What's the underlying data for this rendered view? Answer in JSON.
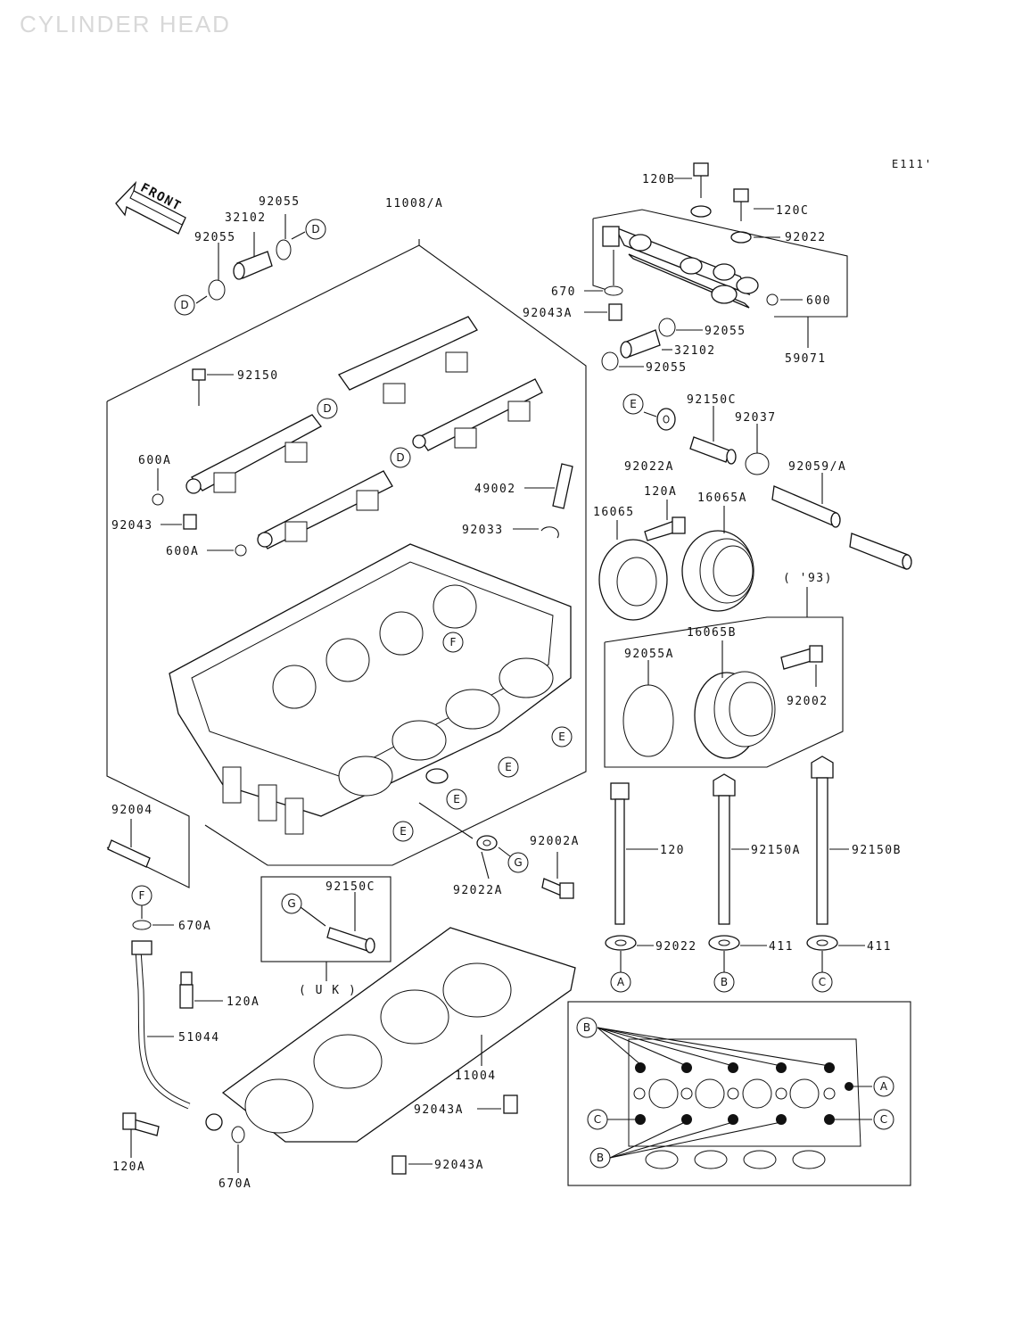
{
  "title": "CYLINDER HEAD",
  "diagram_id": "E111'",
  "front_label": "FRONT",
  "group_labels": {
    "year": "( '93)",
    "uk": "( U K )"
  },
  "callouts": {
    "c120B": "120B",
    "c120C": "120C",
    "c92022_top": "92022",
    "c600": "600",
    "c59071": "59071",
    "c670": "670",
    "c92043A_top": "92043A",
    "c92055_r1": "92055",
    "c32102_r": "32102",
    "c92055_r2": "92055",
    "c92055_l1": "92055",
    "c32102_l": "32102",
    "c92055_l2": "92055",
    "c11008A": "11008/A",
    "c92150": "92150",
    "c600A_1": "600A",
    "c92043": "92043",
    "c600A_2": "600A",
    "c49002": "49002",
    "c92033": "92033",
    "c92022A_r": "92022A",
    "c92150C_r": "92150C",
    "c92037": "92037",
    "c92059A": "92059/A",
    "c16065": "16065",
    "c120A_mid": "120A",
    "c16065A": "16065A",
    "c16065B": "16065B",
    "c92055A": "92055A",
    "c92002": "92002",
    "c92004": "92004",
    "c92002A": "92002A",
    "c92022A_b": "92022A",
    "c92150C_uk": "92150C",
    "c670A_1": "670A",
    "c120A_l": "120A",
    "c51044": "51044",
    "c11004": "11004",
    "c92043A_1": "92043A",
    "c92043A_2": "92043A",
    "c120A_b": "120A",
    "c670A_2": "670A",
    "c120": "120",
    "c92150A": "92150A",
    "c92150B": "92150B",
    "c92022_bot": "92022",
    "c411_1": "411",
    "c411_2": "411"
  },
  "ref_letters": {
    "D1": "D",
    "D2": "D",
    "D3": "D",
    "D4": "D",
    "E1": "E",
    "E2": "E",
    "E3": "E",
    "E4": "E",
    "E5": "E",
    "F1": "F",
    "F2": "F",
    "G1": "G",
    "G2": "G",
    "A_bolt": "A",
    "B_bolt": "B",
    "C_bolt": "C",
    "B_top": "B",
    "A_right": "A",
    "C_left": "C",
    "C_right": "C",
    "B_bottom": "B"
  }
}
